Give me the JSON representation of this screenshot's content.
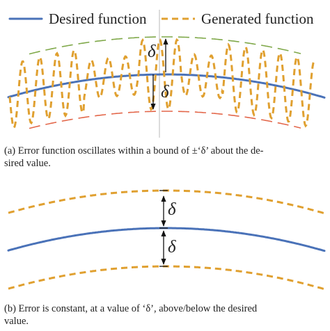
{
  "legend": {
    "desired_label": "Desired function",
    "generated_label": "Generated function"
  },
  "colors": {
    "desired": "#4a72b8",
    "generated": "#e0a030",
    "upper_bound": "#7fa849",
    "lower_bound": "#e3674a"
  },
  "panel_a": {
    "delta_upper": "δ",
    "delta_lower": "δ",
    "caption_line1": "(a) Error function oscillates within a bound of ±‘δ’ about the de-",
    "caption_line2": "sired value."
  },
  "panel_b": {
    "delta_upper": "δ",
    "delta_lower": "δ",
    "caption_line1": "(b) Error is constant, at a value of ‘δ’, above/below the desired",
    "caption_line2": "value."
  }
}
